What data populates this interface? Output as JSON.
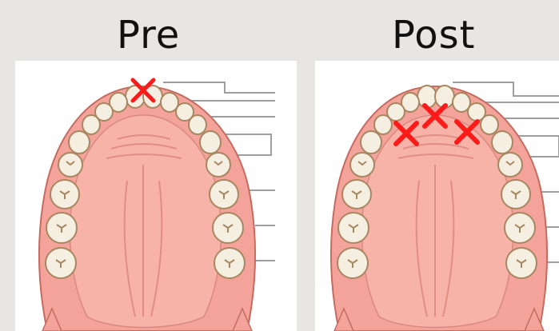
{
  "titles": {
    "pre": "Pre",
    "post": "Post"
  },
  "colors": {
    "background": "#e8e6e4",
    "panel": "#ffffff",
    "gum": "#f4a39a",
    "palate": "#f7b3a8",
    "tooth": "#f5efe2",
    "tooth_outline": "#a88760",
    "marker": "#ff1a1a",
    "leader_line": "#9e9e9e"
  },
  "markers": {
    "pre": [
      "front-incisor-x"
    ],
    "post": [
      "left-x",
      "center-x",
      "right-x"
    ]
  },
  "icons": {
    "marker": "x-mark-icon"
  }
}
